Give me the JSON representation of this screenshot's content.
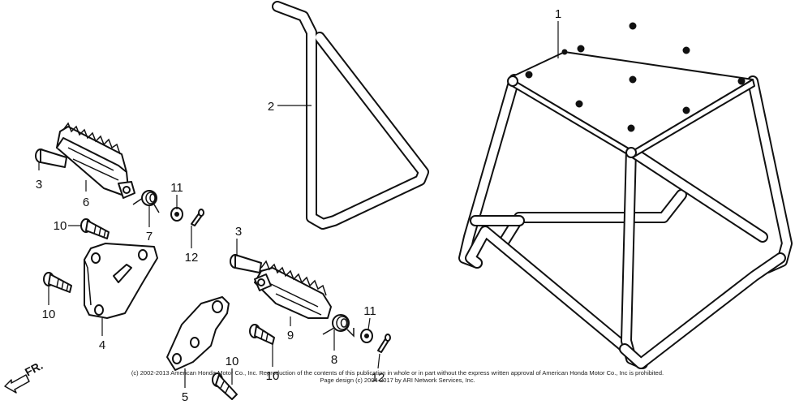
{
  "callouts": [
    {
      "id": "c1",
      "label": "1"
    },
    {
      "id": "c2",
      "label": "2"
    },
    {
      "id": "c3a",
      "label": "3"
    },
    {
      "id": "c3b",
      "label": "3"
    },
    {
      "id": "c4",
      "label": "4"
    },
    {
      "id": "c5",
      "label": "5"
    },
    {
      "id": "c6",
      "label": "6"
    },
    {
      "id": "c7",
      "label": "7"
    },
    {
      "id": "c8",
      "label": "8"
    },
    {
      "id": "c9",
      "label": "9"
    },
    {
      "id": "c10a",
      "label": "10"
    },
    {
      "id": "c10b",
      "label": "10"
    },
    {
      "id": "c10c",
      "label": "10"
    },
    {
      "id": "c10d",
      "label": "10"
    },
    {
      "id": "c11a",
      "label": "11"
    },
    {
      "id": "c11b",
      "label": "11"
    },
    {
      "id": "c12a",
      "label": "12"
    },
    {
      "id": "c12b",
      "label": "12"
    }
  ],
  "front_arrow_label": "FR.",
  "copyright_line1": "(c) 2002-2013 American Honda Motor Co., Inc. Reproduction of the contents of this publication in whole or in part without the express written approval of American Honda Motor Co., Inc is prohibited.",
  "copyright_line2": "Page design (c) 2004-2017 by ARI Network Services, Inc."
}
